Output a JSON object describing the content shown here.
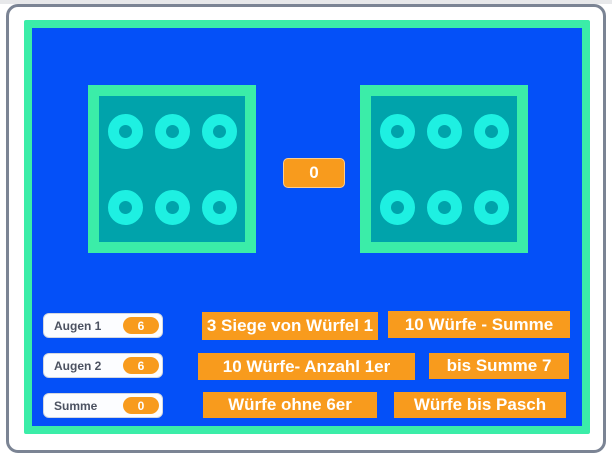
{
  "colors": {
    "window_border": "#7b8494",
    "stage_frame_green": "#3beda8",
    "stage_blue": "#0450f8",
    "die_fill_teal": "#00a3ab",
    "pip_cyan": "#1ef0e2",
    "accent_orange": "#f89b1d",
    "monitor_label_text": "#4c5261"
  },
  "stage": {
    "dice": {
      "left_pips": 6,
      "right_pips": 6
    },
    "center_display": {
      "value": "0"
    },
    "monitors": [
      {
        "label": "Augen 1",
        "value": "6"
      },
      {
        "label": "Augen 2",
        "value": "6"
      },
      {
        "label": "Summe",
        "value": "0"
      }
    ],
    "buttons": [
      {
        "label": "3 Siege von Würfel 1"
      },
      {
        "label": "10 Würfe - Summe"
      },
      {
        "label": "10 Würfe- Anzahl 1er"
      },
      {
        "label": "bis Summe 7"
      },
      {
        "label": "Würfe ohne 6er"
      },
      {
        "label": "Würfe bis Pasch"
      }
    ]
  }
}
